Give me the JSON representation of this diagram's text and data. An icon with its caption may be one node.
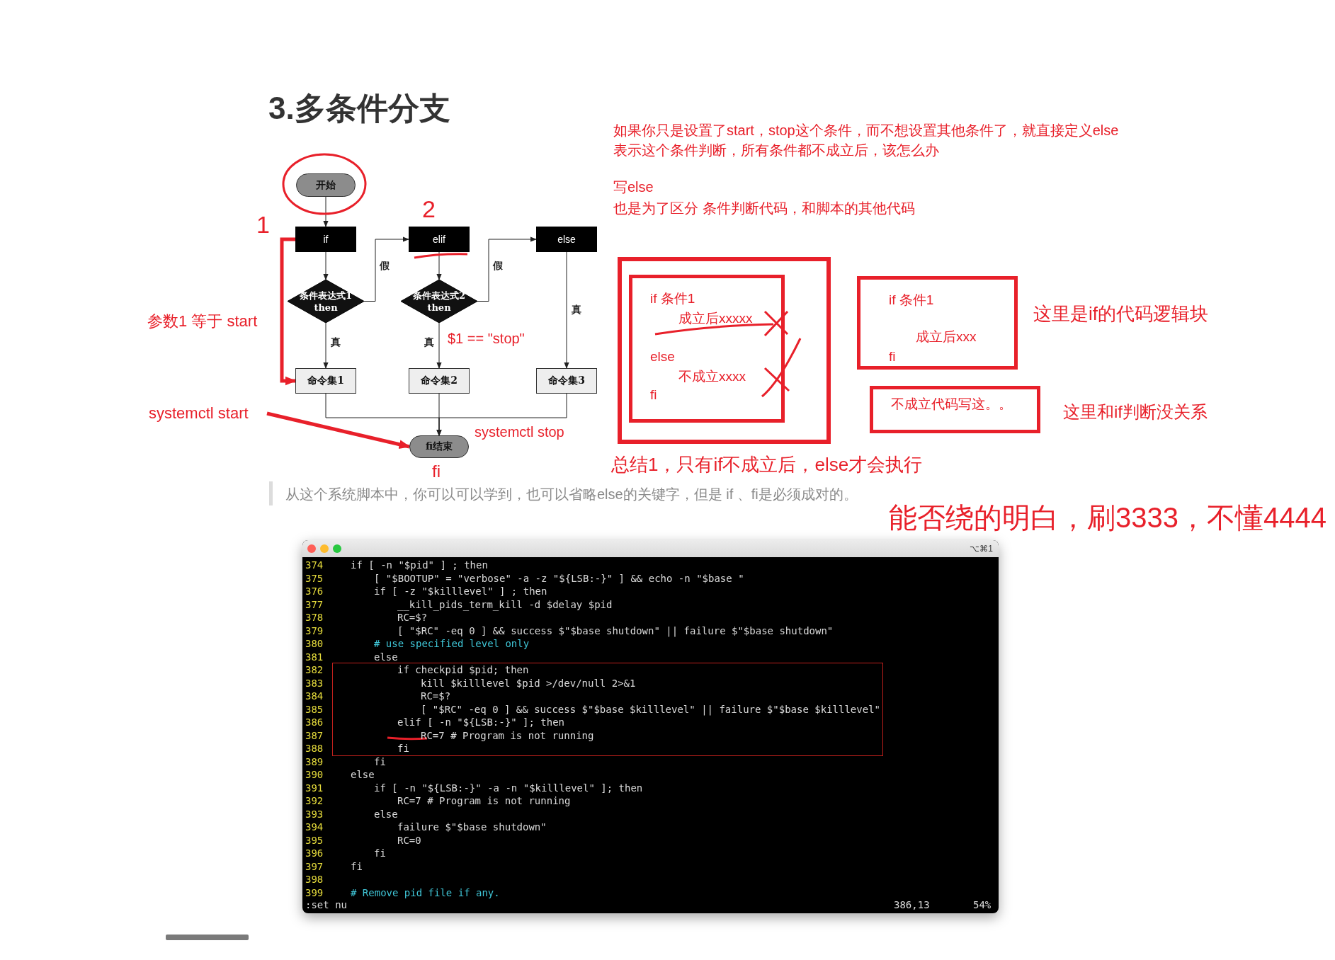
{
  "diagram": {
    "title": "3.多条件分支",
    "nodes": [
      {
        "text": [
          "开始"
        ]
      },
      {
        "text": [
          "if"
        ]
      },
      {
        "text": [
          "elif"
        ]
      },
      {
        "text": [
          "else"
        ]
      },
      {
        "text": [
          "条件表达式1 then"
        ]
      },
      {
        "text": [
          "条件表达式2 then"
        ]
      },
      {
        "text": [
          "命令集1"
        ]
      },
      {
        "text": [
          "命令集2"
        ]
      },
      {
        "text": [
          "命令集3"
        ]
      },
      {
        "text": [
          "fi结束"
        ],
        "beside": [
          "fi"
        ]
      },
      {
        "text": [
          "systemctl start"
        ]
      },
      {
        "text": [],
        "shape": "box"
      },
      {
        "text": [
          "if 条件1",
          "成立后xxxxx",
          "else",
          "不成立xxxx",
          "fi"
        ],
        "in": 11
      },
      {
        "text": [
          "if 条件1",
          "成立后xxx",
          "fi"
        ],
        "beside": [
          "这里是if的代码逻辑块"
        ]
      },
      {
        "text": [
          "不成立代码写这。。"
        ],
        "beside": [
          "这里和if判断没关系"
        ]
      }
    ],
    "edges": [
      {
        "from": 0,
        "to": 1,
        "arrow": "to"
      },
      {
        "from": 1,
        "to": 4,
        "arrow": "to"
      },
      {
        "from": 4,
        "to": 2,
        "arrow": "to",
        "label": "假"
      },
      {
        "from": 2,
        "to": 5,
        "arrow": "to"
      },
      {
        "from": 5,
        "to": 3,
        "arrow": "to",
        "label": "假"
      },
      {
        "from": 4,
        "to": 6,
        "arrow": "to",
        "label": "真"
      },
      {
        "from": 5,
        "to": 7,
        "arrow": "to",
        "label": "真"
      },
      {
        "from": 3,
        "to": 8,
        "arrow": "to",
        "label": "真"
      },
      {
        "from": 6,
        "to": 9,
        "arrow": "to"
      },
      {
        "from": 7,
        "to": 9,
        "arrow": "to"
      },
      {
        "from": 8,
        "to": 9,
        "arrow": "to"
      },
      {
        "from": 1,
        "to": 6,
        "arrow": "to",
        "style": "thick",
        "color": "#e8202a"
      },
      {
        "from": 10,
        "to": 9,
        "arrow": "to",
        "style": "thick",
        "color": "#e8202a"
      }
    ],
    "labels": [
      "1",
      "2",
      "参数1 等于 start",
      "$1 == \"stop\"",
      "systemctl stop",
      "如果你只是设置了start，stop这个条件，而不想设置其他条件了，就直接定义else",
      "表示这个条件判断，所有条件都不成立后，该怎么办",
      "写else",
      "也是为了区分 条件判断代码，和脚本的其他代码",
      "总结1，只有if不成立后，else才会执行",
      "从这个系统脚本中，你可以可以学到，也可以省略else的关键字，但是 if 、fi是必须成对的。",
      "能否绕的明白，刷3333，不懂4444",
      "⌥⌘1",
      "374",
      "if [ -n \"$pid\" ] ; then",
      "375",
      "[ \"$BOOTUP\" = \"verbose\" -a -z \"${LSB:-}\" ] && echo -n \"$base \"",
      "376",
      "if [ -z \"$killlevel\" ] ; then",
      "377",
      "__kill_pids_term_kill -d $delay $pid",
      "378",
      "RC=$?",
      "379",
      "[ \"$RC\" -eq 0 ] && success $\"$base shutdown\" || failure $\"$base shutdown\"",
      "380",
      "# use specified level only",
      "381",
      "else",
      "382",
      "if checkpid $pid; then",
      "383",
      "kill $killlevel $pid >/dev/null 2>&1",
      "384",
      "RC=$?",
      "385",
      "[ \"$RC\" -eq 0 ] && success $\"$base $killlevel\" || failure $\"$base $killlevel\"",
      "386",
      "elif [ -n \"${LSB:-}\" ]; then",
      "387",
      "RC=7 # Program is not running",
      "388",
      "fi",
      "389",
      "fi",
      "390",
      "else",
      "391",
      "if [ -n \"${LSB:-}\" -a -n \"$killlevel\" ]; then",
      "392",
      "RC=7 # Program is not running",
      "393",
      "else",
      "394",
      "failure $\"$base shutdown\"",
      "395",
      "RC=0",
      "396",
      "fi",
      "397",
      "fi",
      "398",
      "399",
      "# Remove pid file if any.",
      ":set nu",
      "386,13",
      "54%"
    ]
  }
}
